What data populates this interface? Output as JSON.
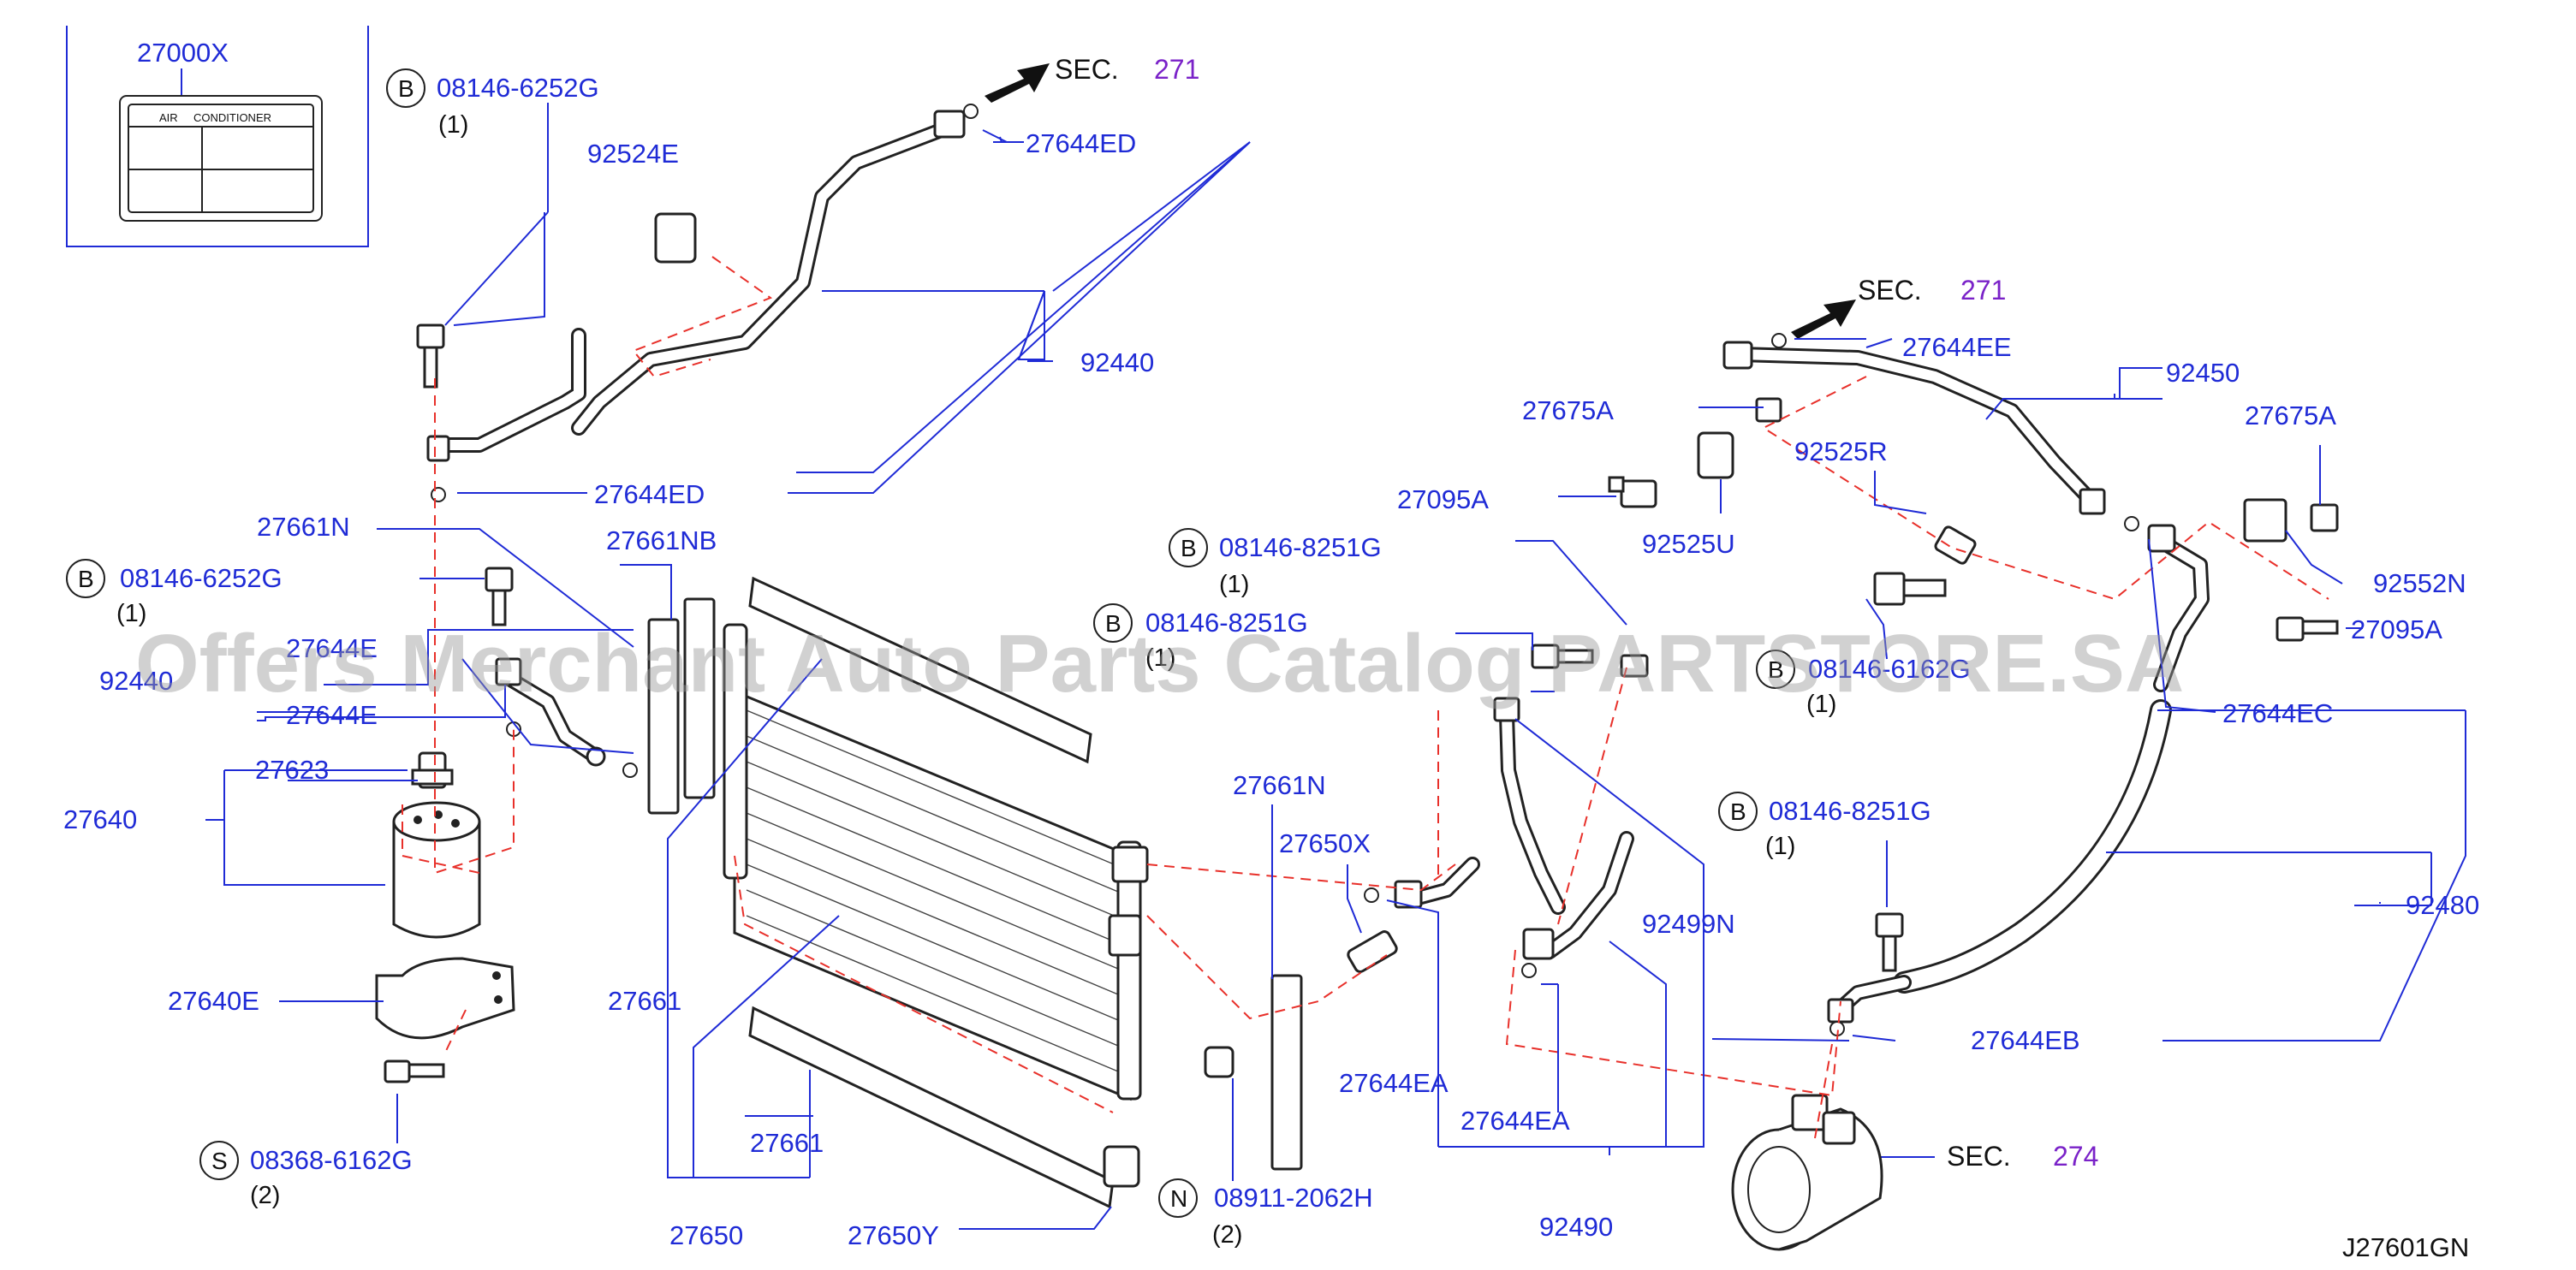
{
  "diagram_code": "J27601GN",
  "watermark": "Offers Merchant Auto Parts Catalog PARTSTORE.SA",
  "label_box": {
    "part_no": "27000X",
    "sticker_line1": "AIR",
    "sticker_line2": "CONDITIONER"
  },
  "sections": [
    {
      "prefix": "SEC.",
      "number": "271"
    },
    {
      "prefix": "SEC.",
      "number": "271"
    },
    {
      "prefix": "SEC.",
      "number": "274"
    }
  ],
  "bolts": [
    {
      "symbol": "B",
      "part_no": "08146-6252G",
      "qty": "(1)"
    },
    {
      "symbol": "B",
      "part_no": "08146-6252G",
      "qty": "(1)"
    },
    {
      "symbol": "B",
      "part_no": "08146-8251G",
      "qty": "(1)"
    },
    {
      "symbol": "B",
      "part_no": "08146-8251G",
      "qty": "(1)"
    },
    {
      "symbol": "B",
      "part_no": "08146-6162G",
      "qty": "(1)"
    },
    {
      "symbol": "B",
      "part_no": "08146-8251G",
      "qty": "(1)"
    },
    {
      "symbol": "S",
      "part_no": "08368-6162G",
      "qty": "(2)"
    },
    {
      "symbol": "N",
      "part_no": "08911-2062H",
      "qty": "(2)"
    }
  ],
  "parts": {
    "p92524E": "92524E",
    "p27644ED_a": "27644ED",
    "p92440_a": "92440",
    "p27644ED_b": "27644ED",
    "p27661N_a": "27661N",
    "p27661NB": "27661NB",
    "p27644E_a": "27644E",
    "p92440_b": "92440",
    "p27644E_b": "27644E",
    "p27623": "27623",
    "p27640": "27640",
    "p27640E": "27640E",
    "p27661_a": "27661",
    "p27661_b": "27661",
    "p27650": "27650",
    "p27650Y": "27650Y",
    "p27661N_b": "27661N",
    "p27650X": "27650X",
    "p27644EA_a": "27644EA",
    "p27644EA_b": "27644EA",
    "p92490": "92490",
    "p92499N": "92499N",
    "p27644EE": "27644EE",
    "p92450": "92450",
    "p27675A_a": "27675A",
    "p27675A_b": "27675A",
    "p92525R": "92525R",
    "p27095A_a": "27095A",
    "p92525U": "92525U",
    "p92552N": "92552N",
    "p27095A_b": "27095A",
    "p27644EC": "27644EC",
    "p92480": "92480",
    "p27644EB": "27644EB"
  }
}
